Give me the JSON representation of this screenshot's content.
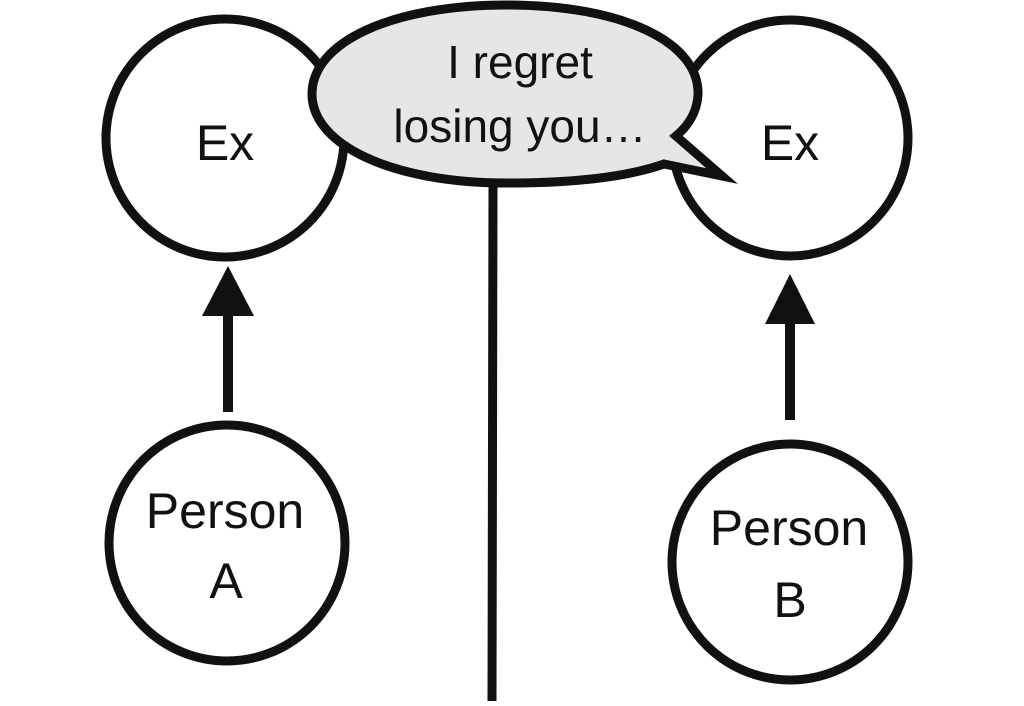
{
  "diagram": {
    "left_top_node": {
      "label": "Ex"
    },
    "right_top_node": {
      "label": "Ex"
    },
    "left_bottom_node": {
      "label_line1": "Person",
      "label_line2": "A"
    },
    "right_bottom_node": {
      "label_line1": "Person",
      "label_line2": "B"
    },
    "speech_bubble": {
      "line1": "I regret",
      "line2": "losing you…",
      "fill": "#e6e6e6"
    },
    "stroke_color": "#111111"
  }
}
